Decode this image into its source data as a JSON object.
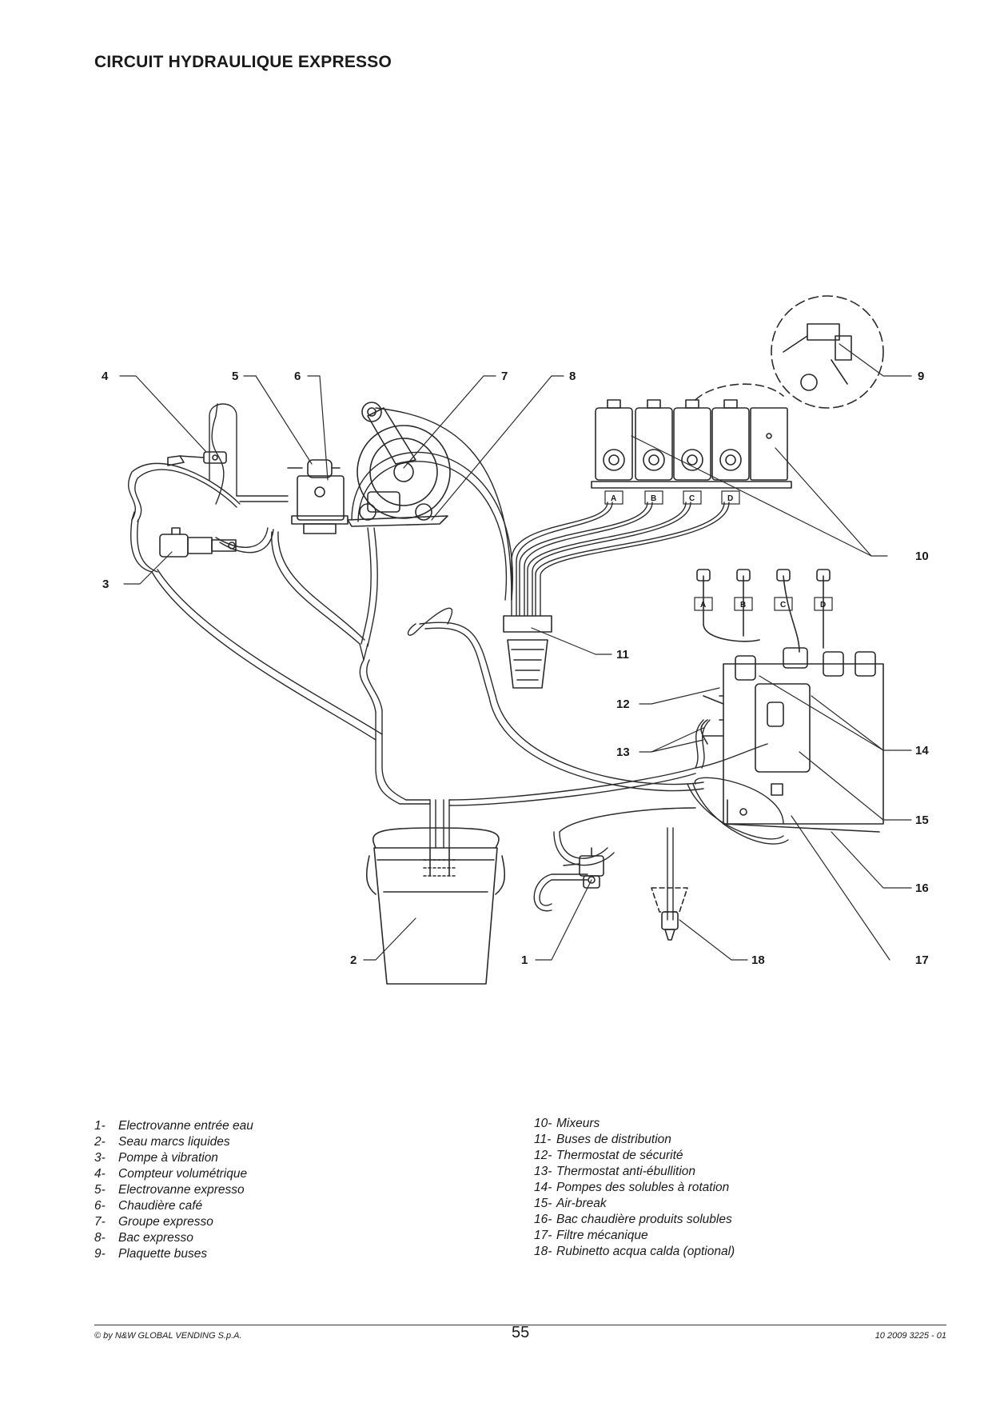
{
  "title": "CIRCUIT HYDRAULIQUE EXPRESSO",
  "callouts": [
    "1",
    "2",
    "3",
    "4",
    "5",
    "6",
    "7",
    "8",
    "9",
    "10",
    "11",
    "12",
    "13",
    "14",
    "15",
    "16",
    "17",
    "18"
  ],
  "mixer_tags": [
    "A",
    "B",
    "C",
    "D"
  ],
  "nozzle_tags": [
    "A",
    "B",
    "C",
    "D"
  ],
  "legend_left": [
    {
      "num": "1-",
      "label": "Electrovanne entrée eau"
    },
    {
      "num": "2-",
      "label": "Seau marcs liquides"
    },
    {
      "num": "3-",
      "label": "Pompe à vibration"
    },
    {
      "num": "4-",
      "label": "Compteur volumétrique"
    },
    {
      "num": "5-",
      "label": "Electrovanne expresso"
    },
    {
      "num": "6-",
      "label": "Chaudière café"
    },
    {
      "num": "7-",
      "label": "Groupe expresso"
    },
    {
      "num": "8-",
      "label": "Bac expresso"
    },
    {
      "num": "9-",
      "label": "Plaquette buses"
    }
  ],
  "legend_right": [
    {
      "num": "10-",
      "label": "Mixeurs"
    },
    {
      "num": "11-",
      "label": "Buses de distribution"
    },
    {
      "num": "12-",
      "label": "Thermostat de sécurité"
    },
    {
      "num": "13-",
      "label": "Thermostat anti-ébullition"
    },
    {
      "num": "14-",
      "label": "Pompes des solubles à rotation"
    },
    {
      "num": "15-",
      "label": "Air-break"
    },
    {
      "num": "16-",
      "label": "Bac chaudière produits solubles"
    },
    {
      "num": "17-",
      "label": "Filtre mécanique"
    },
    {
      "num": "18-",
      "label": "Rubinetto acqua calda (optional)"
    }
  ],
  "footer": {
    "copyright": "© by N&W GLOBAL VENDING S.p.A.",
    "page_number": "55",
    "doc_ref": "10 2009  3225 - 01"
  }
}
